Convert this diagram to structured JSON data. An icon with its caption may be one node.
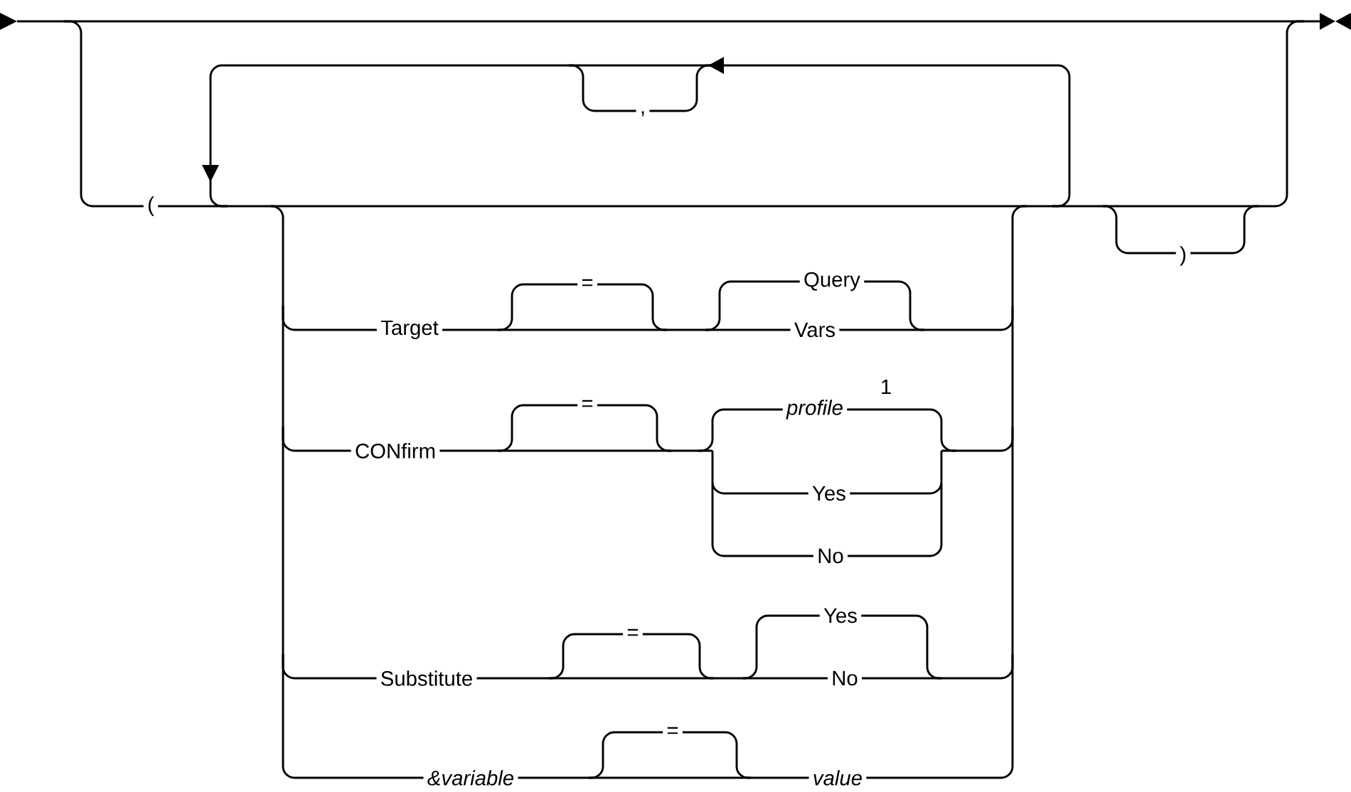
{
  "diagram": {
    "labels": [
      ",",
      "(",
      ")",
      "Query",
      "=",
      "Target",
      "Vars",
      "=",
      "profile",
      "1",
      "CONfirm",
      "Yes",
      "No",
      "Yes",
      "=",
      "Substitute",
      "No",
      "=",
      "&variable",
      "value"
    ]
  }
}
